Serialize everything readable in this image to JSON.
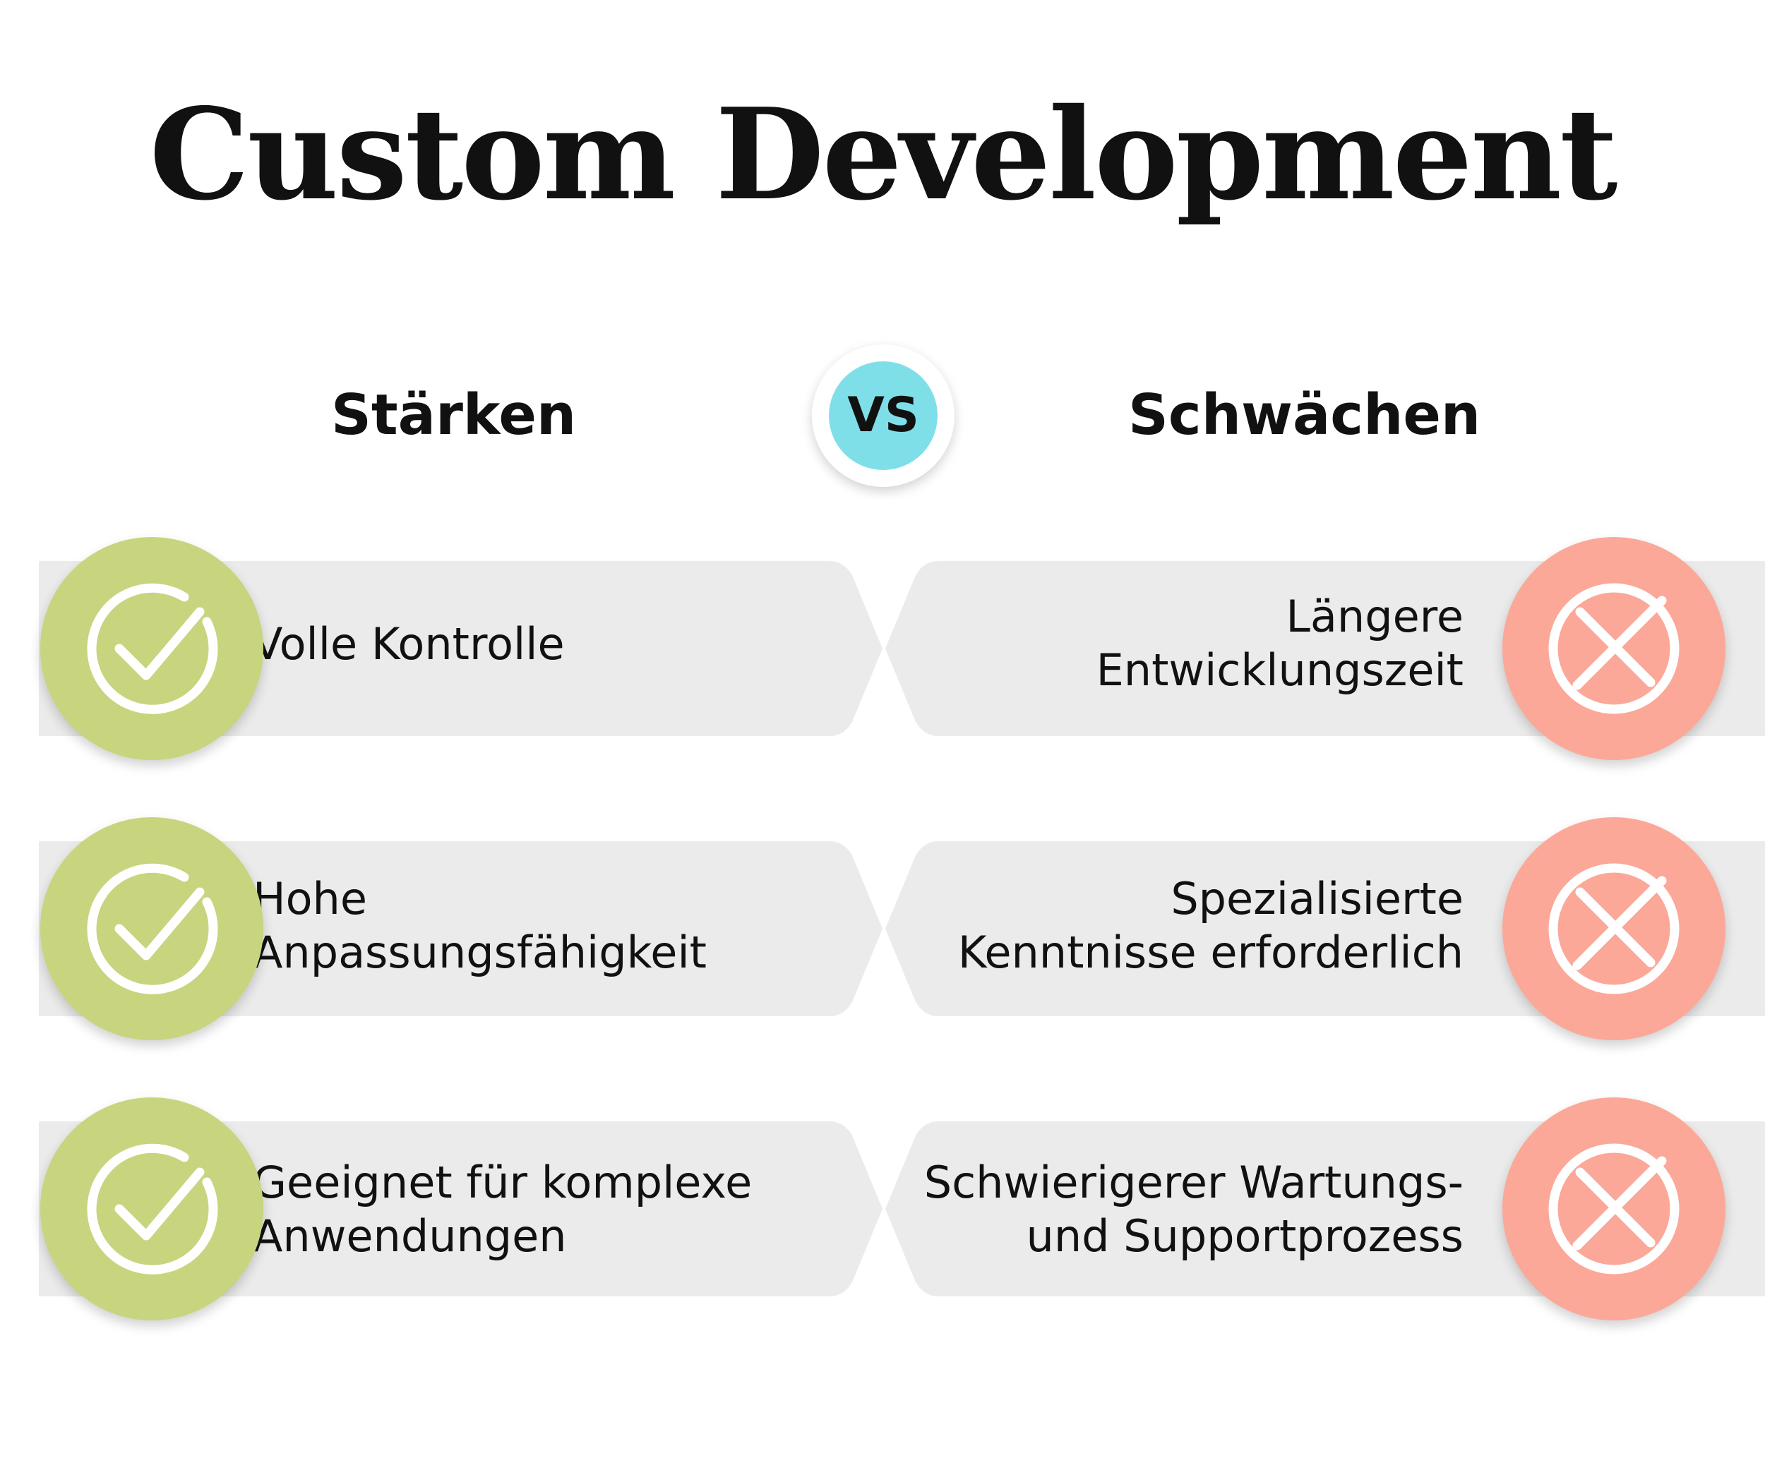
{
  "title": "Custom Development",
  "vs_label": "VS",
  "columns": {
    "left_heading": "Stärken",
    "right_heading": "Schwächen"
  },
  "strengths": [
    {
      "text": "Volle Kontrolle",
      "icon": "check-circle-icon"
    },
    {
      "text": "Hohe\nAnpassungsfähigkeit",
      "icon": "check-circle-icon"
    },
    {
      "text": "Geeignet für komplexe\nAnwendungen",
      "icon": "check-circle-icon"
    }
  ],
  "weaknesses": [
    {
      "text": "Längere\nEntwicklungszeit",
      "icon": "x-circle-icon"
    },
    {
      "text": "Spezialisierte\nKenntnisse erforderlich",
      "icon": "x-circle-icon"
    },
    {
      "text": "Schwierigerer Wartungs-\nund Supportprozess",
      "icon": "x-circle-icon"
    }
  ],
  "colors": {
    "vs_accent": "#7fdfe8",
    "strength_badge": "#c9d47e",
    "weakness_badge": "#fba899",
    "row_bar": "#ebebeb"
  }
}
